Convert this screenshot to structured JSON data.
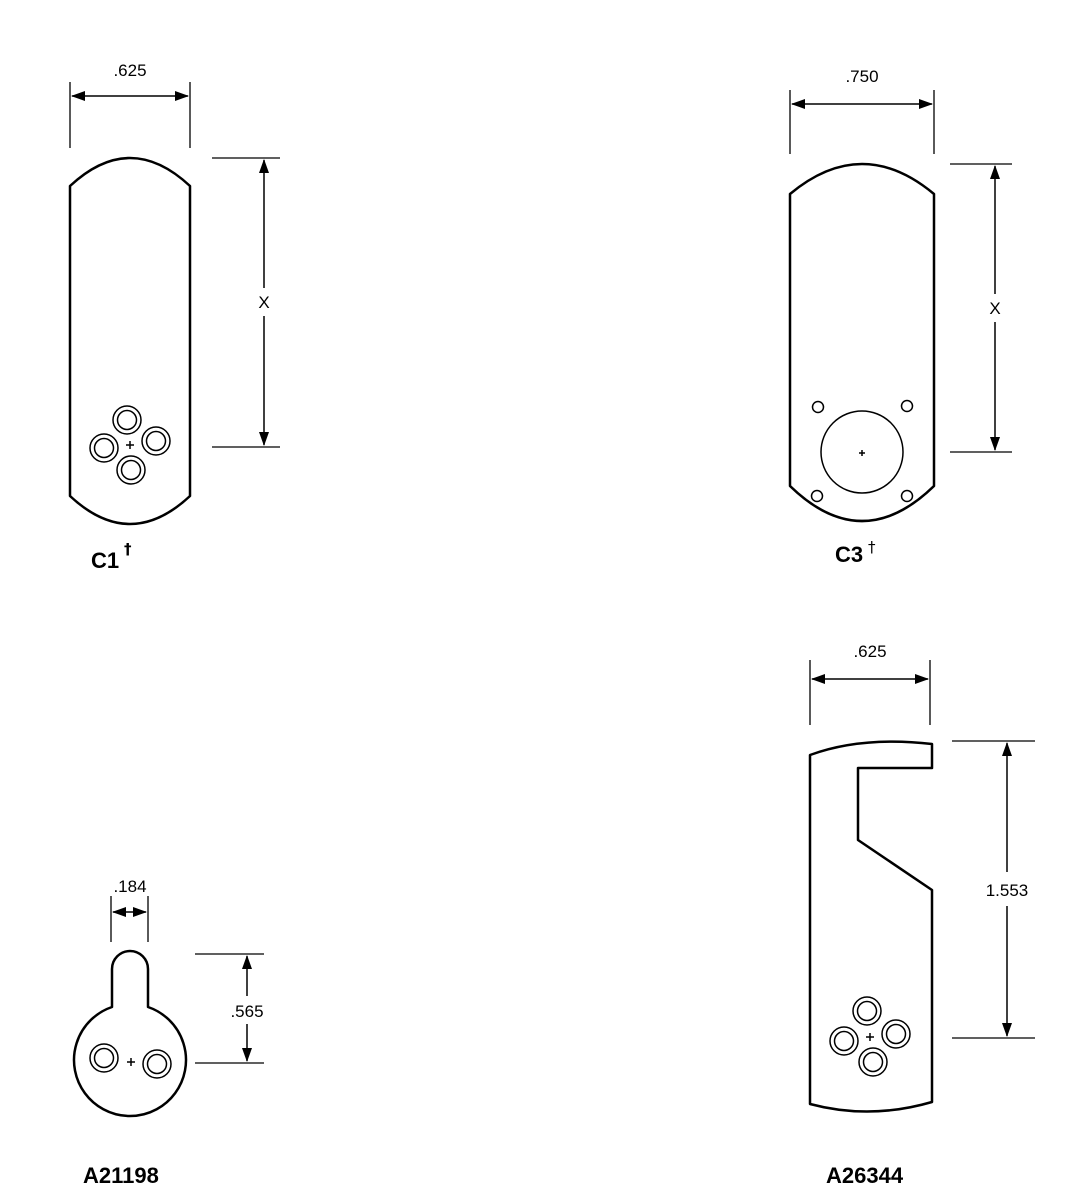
{
  "parts": {
    "c1": {
      "label": "C1",
      "mark": "†",
      "width_dim": ".625",
      "height_dim": "X"
    },
    "c3": {
      "label": "C3",
      "mark": "†",
      "width_dim": ".750",
      "height_dim": "X"
    },
    "a21198": {
      "label": "A21198",
      "width_dim": ".184",
      "height_dim": ".565"
    },
    "a26344": {
      "label": "A26344",
      "width_dim": ".625",
      "height_dim": "1.553"
    }
  },
  "icons": {
    "arrowhead": "arrowhead-icon",
    "center_mark": "center-cross-icon"
  }
}
